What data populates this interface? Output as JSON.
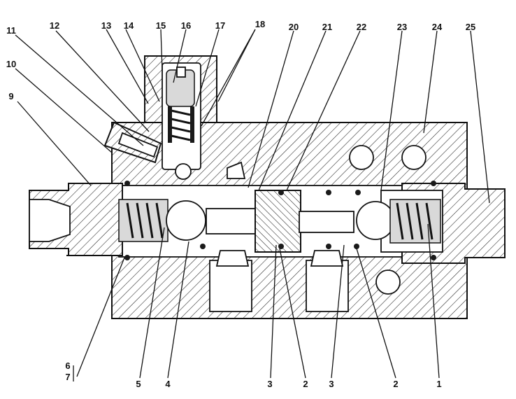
{
  "diagram": {
    "callouts": [
      {
        "id": "c1",
        "label": "1"
      },
      {
        "id": "c2a",
        "label": "2"
      },
      {
        "id": "c2b",
        "label": "2"
      },
      {
        "id": "c3a",
        "label": "3"
      },
      {
        "id": "c3b",
        "label": "3"
      },
      {
        "id": "c4",
        "label": "4"
      },
      {
        "id": "c5",
        "label": "5"
      },
      {
        "id": "c6",
        "label": "6"
      },
      {
        "id": "c7",
        "label": "7"
      },
      {
        "id": "c9",
        "label": "9"
      },
      {
        "id": "c10",
        "label": "10"
      },
      {
        "id": "c11",
        "label": "11"
      },
      {
        "id": "c12",
        "label": "12"
      },
      {
        "id": "c13",
        "label": "13"
      },
      {
        "id": "c14",
        "label": "14"
      },
      {
        "id": "c15",
        "label": "15"
      },
      {
        "id": "c16",
        "label": "16"
      },
      {
        "id": "c17",
        "label": "17"
      },
      {
        "id": "c18",
        "label": "18"
      },
      {
        "id": "c20",
        "label": "20"
      },
      {
        "id": "c21",
        "label": "21"
      },
      {
        "id": "c22",
        "label": "22"
      },
      {
        "id": "c23",
        "label": "23"
      },
      {
        "id": "c24",
        "label": "24"
      },
      {
        "id": "c25",
        "label": "25"
      }
    ]
  }
}
